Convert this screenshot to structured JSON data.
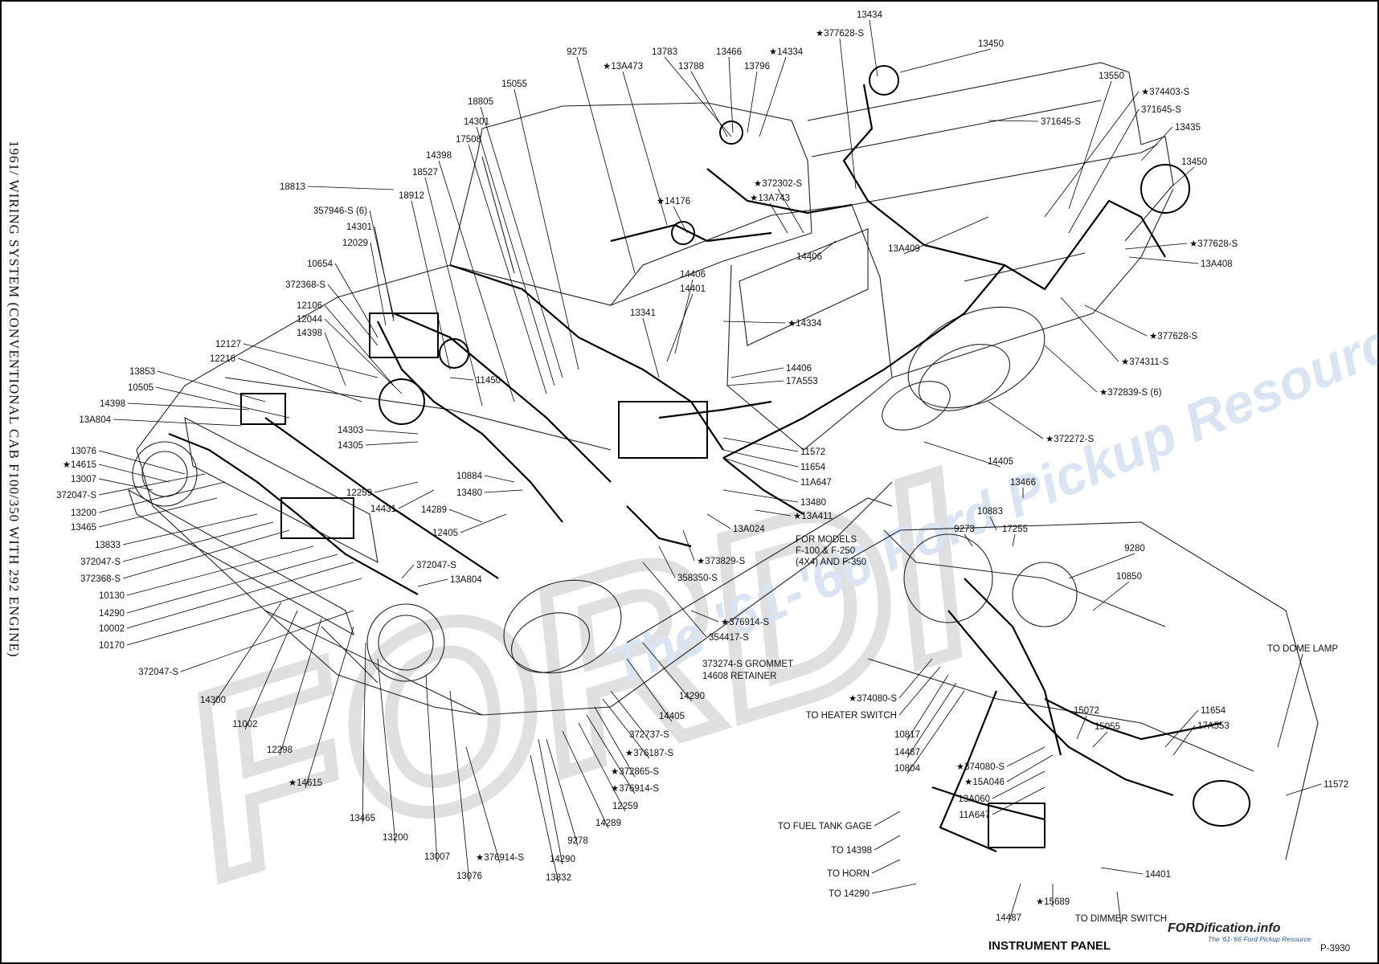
{
  "title": "1961/ WIRING SYSTEM (CONVENTIONAL CAB F100/350 WITH 292 ENGINE)",
  "instrument_panel_caption": "INSTRUMENT PANEL",
  "figure_number": "P-3930",
  "watermark": {
    "brand": "FORDification.info",
    "tagline": "The '61-'66 Ford Pickup Resource"
  },
  "note_models": "FOR MODELS\nF-100 & F-250\n(4X4) AND F-350",
  "grommet_note": "373274-S GROMMET\n14608 RETAINER",
  "labels": {
    "top_row": [
      "9275",
      "★13A473",
      "13783",
      "13788",
      "13466",
      "13796",
      "★14334",
      "★377628-S",
      "13434",
      "13450"
    ],
    "left_column": [
      "18813",
      "357946-S (6)",
      "14301",
      "12029",
      "10654",
      "372368-S",
      "12106",
      "12044",
      "14398",
      "12127",
      "12216",
      "13853",
      "10505",
      "14398",
      "13A804",
      "13076",
      "★14615",
      "13007",
      "372047-S",
      "13200",
      "13465",
      "13833",
      "372047-S",
      "372368-S",
      "10130",
      "14290",
      "10002",
      "10170",
      "372047-S"
    ],
    "upper_middle": [
      "15055",
      "18805",
      "14301",
      "17508",
      "14398",
      "18527",
      "18912",
      "★14176",
      "★372302-S",
      "★13A743",
      "14406",
      "14401",
      "13341",
      "11450",
      "14303",
      "14305",
      "12259",
      "14431",
      "10884",
      "13480",
      "12405",
      "14289",
      "★14334",
      "14406",
      "17A553"
    ],
    "right_body": [
      "13550",
      "★374403-S",
      "371645-S",
      "371645-S",
      "13435",
      "13450",
      "13A409",
      "14406",
      "★377628-S",
      "13A408",
      "★377628-S",
      "★374311-S",
      "★372839-S (6)",
      "★372272-S",
      "14405"
    ],
    "center_lower": [
      "11572",
      "11654",
      "11A647",
      "13480",
      "★13A411",
      "13A024",
      "★373829-S",
      "358350-S",
      "★376914-S",
      "354417-S",
      "14290",
      "14405",
      "372737-S",
      "★376187-S",
      "★372865-S",
      "★376914-S",
      "12259",
      "14289",
      "9278",
      "14290",
      "13832",
      "★376914-S",
      "13076",
      "13007",
      "13200",
      "13465",
      "★14615",
      "12298",
      "11002",
      "14300",
      "372047-S",
      "13A804"
    ],
    "instrument_panel": [
      "13466",
      "10883",
      "9273",
      "17255",
      "9280",
      "10850",
      "TO DOME LAMP",
      "★374080-S",
      "TO HEATER SWITCH",
      "10817",
      "14487",
      "10804",
      "★374080-S",
      "★15A046",
      "13A060",
      "11A647",
      "15072",
      "15055",
      "11654",
      "17A553",
      "11572",
      "TO FUEL TANK GAGE",
      "TO 14398",
      "TO HORN",
      "TO 14290",
      "14401",
      "14487",
      "★15689",
      "TO DIMMER SWITCH"
    ]
  }
}
